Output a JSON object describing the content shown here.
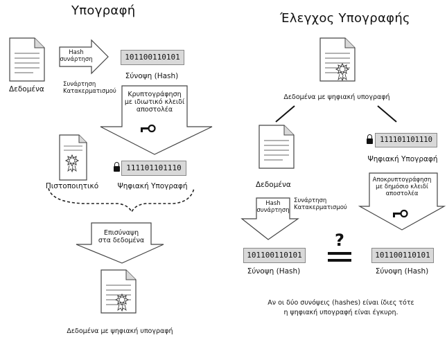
{
  "left": {
    "title": "Υπογραφή",
    "data_label": "Δεδομένα",
    "hash_box": "Hash\nσυνάρτηση",
    "hash_function": "Συνάρτηση\nΚατακερματισμού",
    "hash_value": "101100110101",
    "hash_caption": "Σύνοψη (Hash)",
    "encrypt_text": "Κρυπτογράφηση\nμε ιδιωτικό κλειδί\nαποστολέα",
    "signature_value": "111101101110",
    "signature_caption": "Ψηφιακή Υπογραφή",
    "certificate_caption": "Πιστοποιητικό",
    "attach_text": "Επισύναψη\nστα δεδομένα",
    "final_caption": "Δεδομένα με ψηφιακή υπογραφή"
  },
  "right": {
    "title": "Έλεγχος Υπογραφής",
    "signed_data_caption": "Δεδομένα με ψηφιακή υπογραφή",
    "data_label": "Δεδομένα",
    "signature_value": "111101101110",
    "signature_caption": "Ψηφιακή Υπογραφή",
    "hash_box": "Hash\nσυνάρτηση",
    "hash_function": "Συνάρτηση\nΚατακερματισμού",
    "decrypt_text": "Αποκρυπτογράφηση\nμε δημόσιο κλειδί\nαποστολέα",
    "hash_value_a": "101100110101",
    "hash_caption_a": "Σύνοψη (Hash)",
    "compare_symbol": "?",
    "hash_value_b": "101100110101",
    "hash_caption_b": "Σύνοψη (Hash)",
    "conclusion": "Αν οι δύο συνόψεις (hashes) είναι ίδιες τότε\nη ψηφιακή υπογραφή είναι έγκυρη."
  },
  "icons": {
    "document": "document-icon",
    "certificate": "certificate-icon",
    "seal": "seal-icon",
    "lock": "lock-icon",
    "key": "key-icon"
  }
}
